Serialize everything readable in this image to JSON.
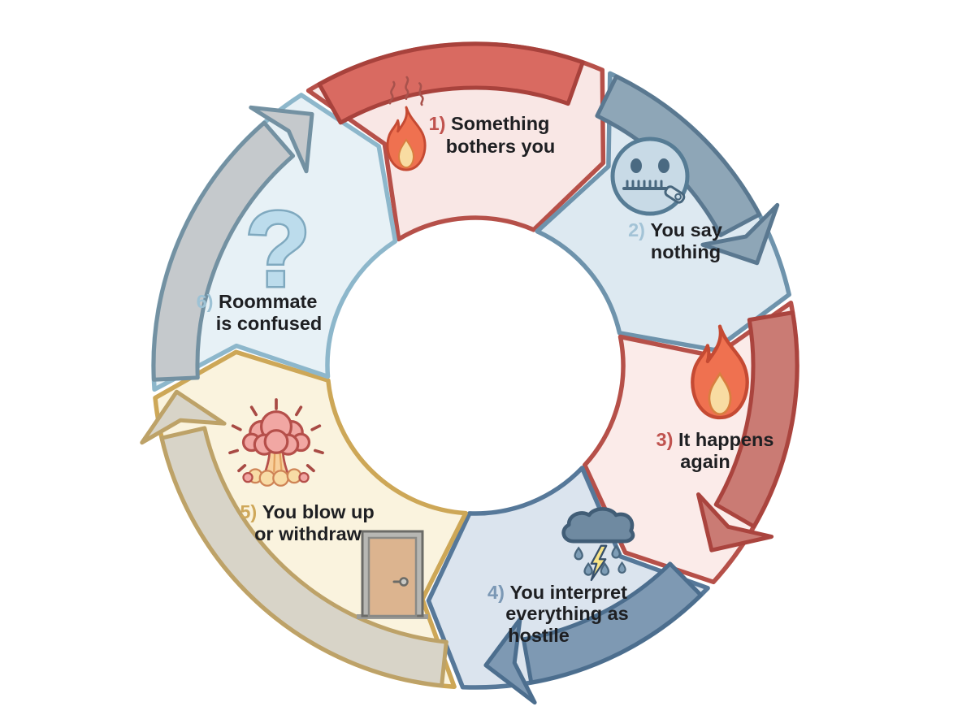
{
  "diagram": {
    "type": "cycle",
    "direction": "clockwise",
    "background_color": "#ffffff",
    "text_color": "#1e1f22",
    "steps": [
      {
        "number": "1)",
        "label": "Something bothers you",
        "lines": [
          "Something",
          "bothers you"
        ],
        "icons": [
          "fire-heat-icon"
        ],
        "number_color": "#c0534f",
        "segment_fill": "#f9e7e5",
        "segment_stroke": "#b65049",
        "band_fill": "#d96a61",
        "band_stroke": "#a8423c",
        "has_arrowhead": false
      },
      {
        "number": "2)",
        "label": "You say nothing",
        "lines": [
          "You say",
          "nothing"
        ],
        "icons": [
          "zipper-mouth-icon"
        ],
        "number_color": "#a3c3d6",
        "segment_fill": "#dde9f1",
        "segment_stroke": "#6e93ac",
        "band_fill": "#8ea6b7",
        "band_stroke": "#5a7890",
        "has_arrowhead": true
      },
      {
        "number": "3)",
        "label": "It happens again",
        "lines": [
          "It happens",
          "again"
        ],
        "icons": [
          "fire-icon"
        ],
        "number_color": "#c0534f",
        "segment_fill": "#fbebe9",
        "segment_stroke": "#b65049",
        "band_fill": "#ca7b74",
        "band_stroke": "#aa443e",
        "has_arrowhead": true
      },
      {
        "number": "4)",
        "label": "You interpret everything as hostile",
        "lines": [
          "You interpret",
          "everything as",
          "hostile"
        ],
        "icons": [
          "storm-cloud-icon"
        ],
        "number_color": "#7b98b5",
        "segment_fill": "#dbe4ee",
        "segment_stroke": "#567899",
        "band_fill": "#7e99b3",
        "band_stroke": "#4c6e8e",
        "has_arrowhead": true
      },
      {
        "number": "5)",
        "label": "You blow up or withdraw",
        "lines": [
          "You blow up",
          "or withdraw"
        ],
        "icons": [
          "explosion-icon",
          "door-icon"
        ],
        "number_color": "#cfa85a",
        "segment_fill": "#faf3de",
        "segment_stroke": "#cda757",
        "band_fill": "#d8d4c8",
        "band_stroke": "#bda268",
        "has_arrowhead": true
      },
      {
        "number": "6)",
        "label": "Roommate is confused",
        "lines": [
          "Roommate",
          "is confused"
        ],
        "icons": [
          "question-mark-icon"
        ],
        "number_color": "#9dc2d5",
        "segment_fill": "#e7f1f6",
        "segment_stroke": "#8db7cb",
        "band_fill": "#c5c9cc",
        "band_stroke": "#7391a2",
        "has_arrowhead": true
      }
    ]
  }
}
